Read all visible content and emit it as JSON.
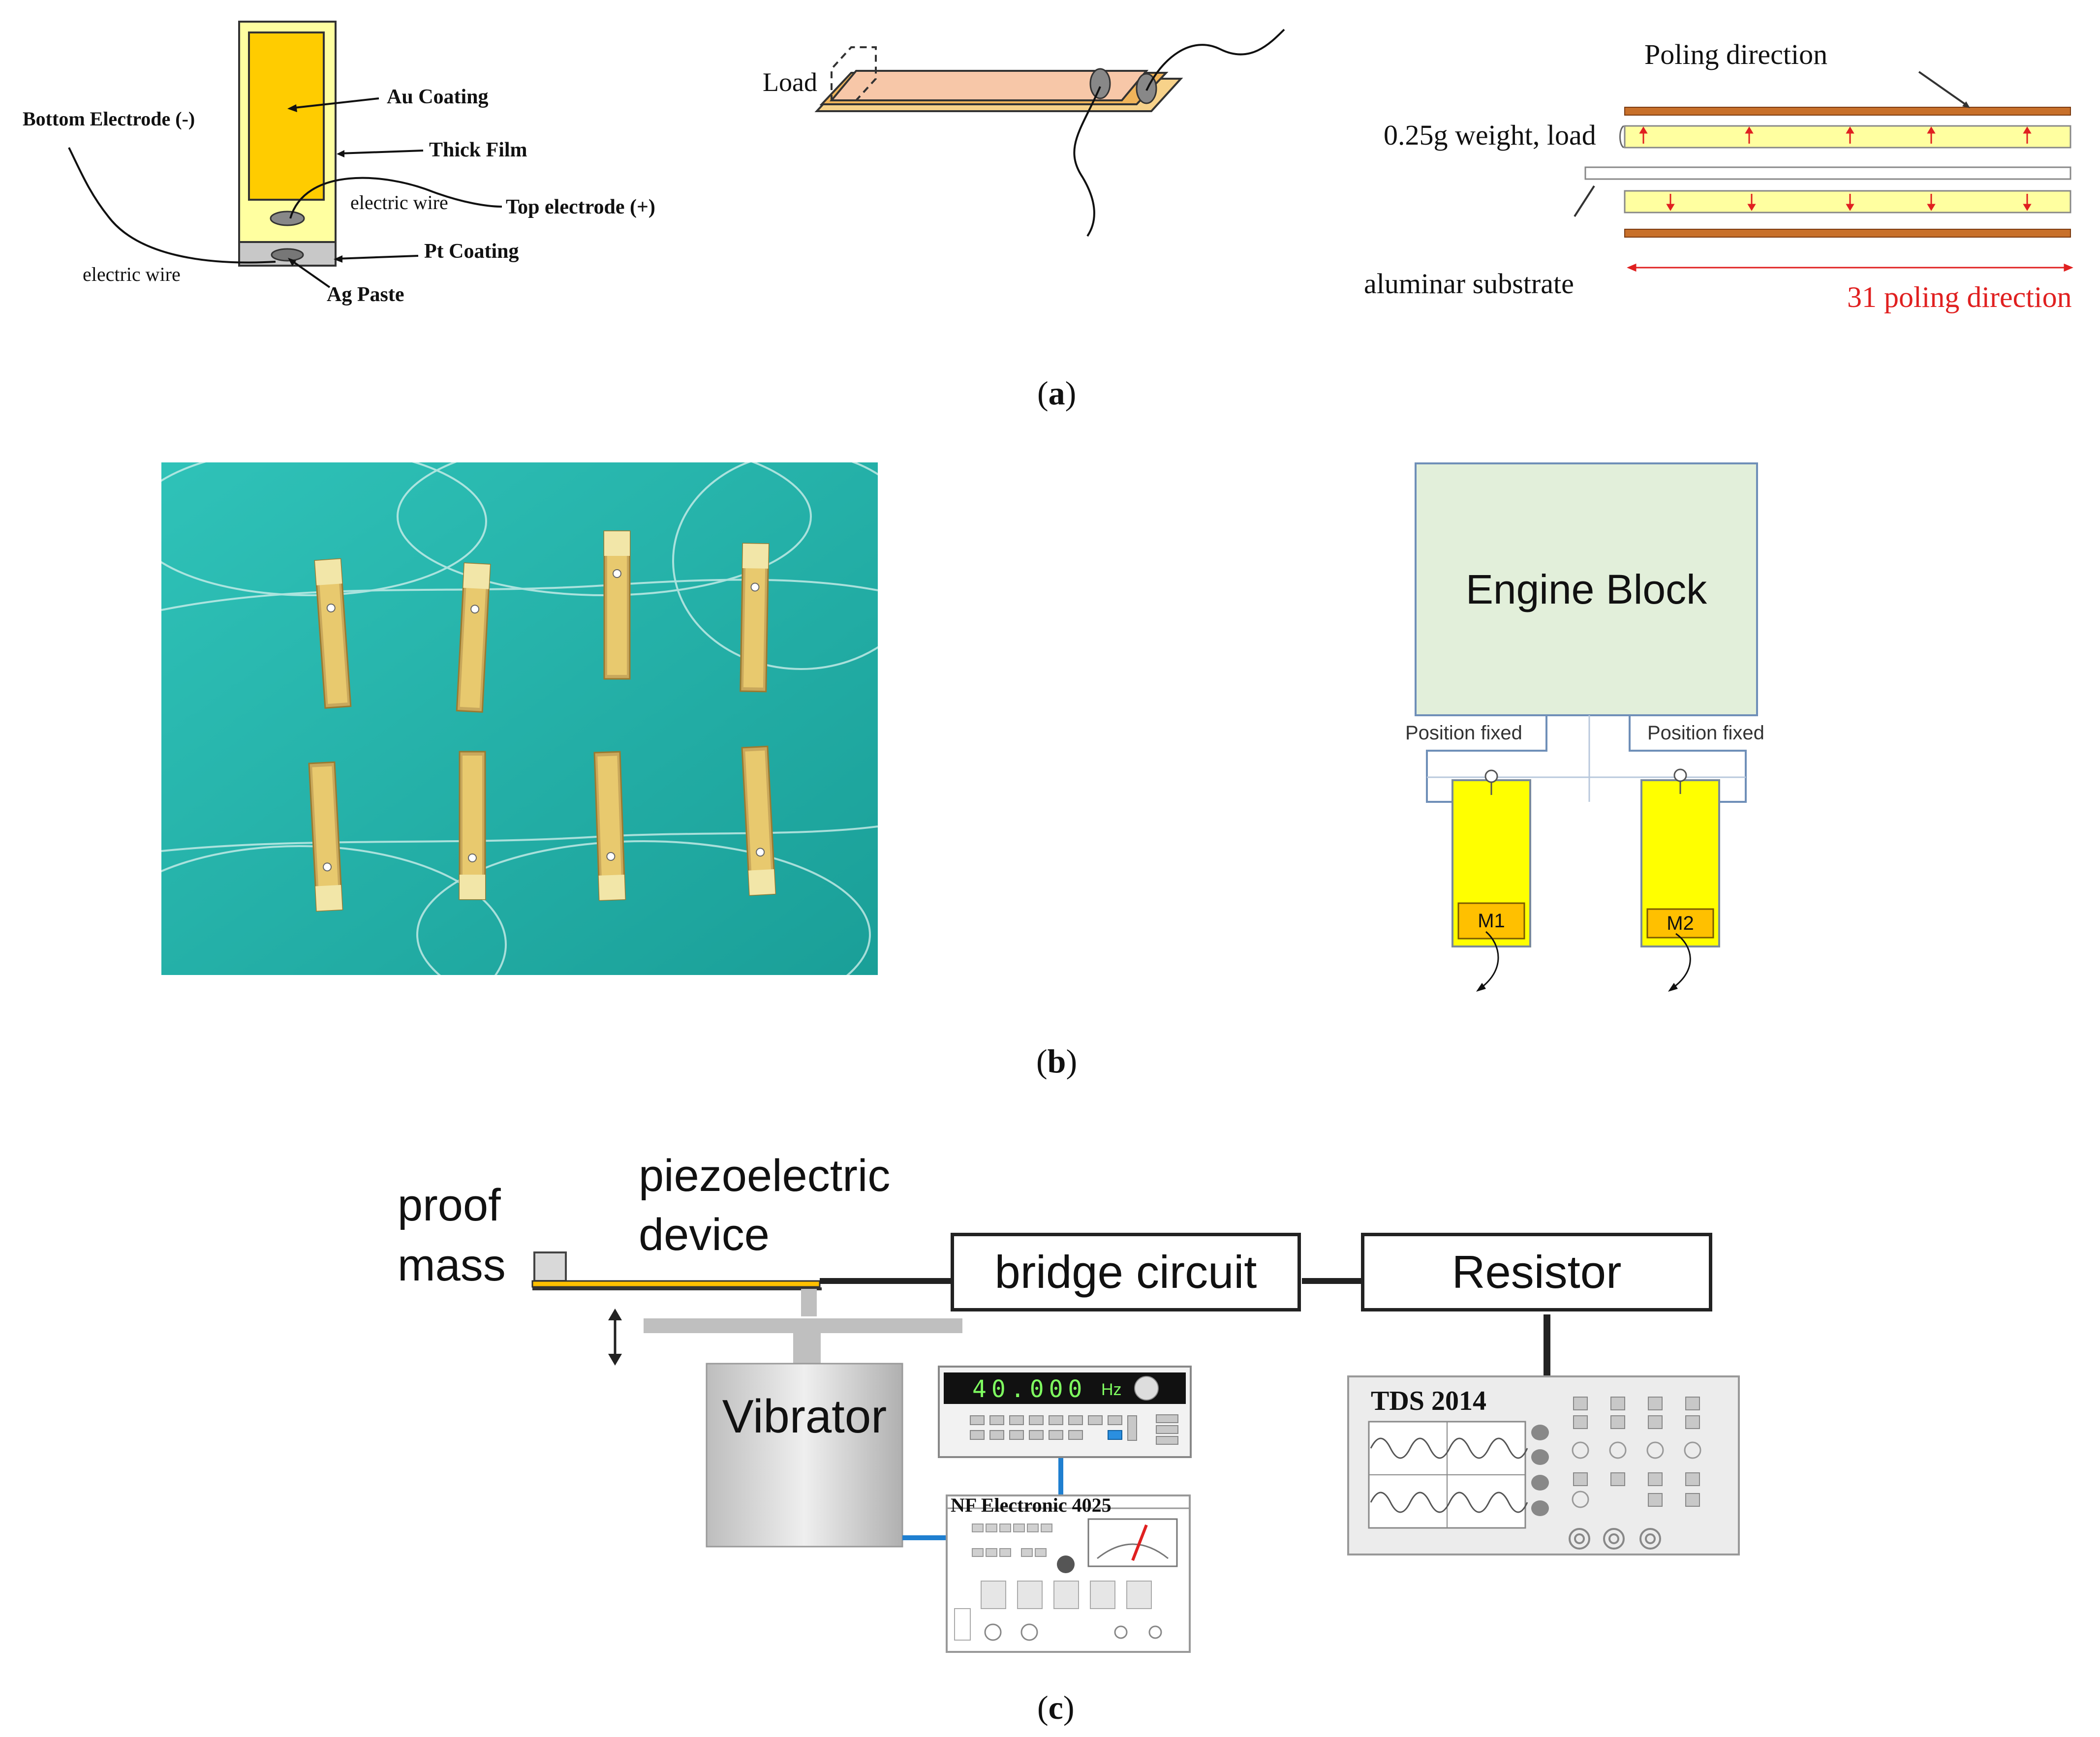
{
  "panel_a": {
    "structure_labels": {
      "au_coating": "Au Coating",
      "bottom_electrode": "Bottom Electrode (-)",
      "thick_film": "Thick Film",
      "electric_wire_1": "electric wire",
      "top_electrode": "Top electrode (+)",
      "pt_coating": "Pt Coating",
      "electric_wire_2": "electric wire",
      "ag_paste": "Ag Paste"
    },
    "load_label": "Load",
    "poling": {
      "poling_direction": "Poling direction",
      "weight_load": "0.25g weight, load",
      "substrate": "aluminar substrate",
      "poling_31": "31 poling direction"
    },
    "caption": "(a)",
    "caption_letter": "a"
  },
  "panel_b": {
    "engine_block": "Engine Block",
    "position_fixed_left": "Position fixed",
    "position_fixed_right": "Position fixed",
    "m1": "M1",
    "m2": "M2",
    "caption_letter": "b"
  },
  "panel_c": {
    "proof_mass_line1": "proof",
    "proof_mass_line2": "mass",
    "device_line1": "piezoelectric",
    "device_line2": "device",
    "bridge_circuit": "bridge circuit",
    "resistor": "Resistor",
    "vibrator": "Vibrator",
    "generator_display": "40.000",
    "generator_unit": "Hz",
    "amplifier": "NF Electronic 4025",
    "oscilloscope": "TDS 2014",
    "caption_letter": "c"
  },
  "colors": {
    "film_yellow": "#ffcc00",
    "sensor_yellow": "#ffff00",
    "engine_block_fill": "#e2efda",
    "teal_background": "#2fb3ad",
    "cable_blue": "#1f7fd0",
    "poling_red": "#e02020"
  }
}
